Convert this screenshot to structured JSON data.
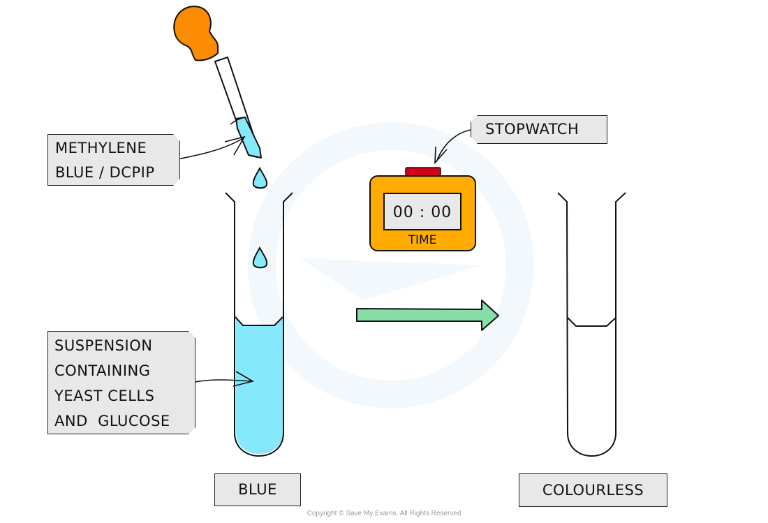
{
  "diagram": {
    "title": "Respiration rate of yeast using methylene blue / DCPIP",
    "labels": {
      "reagent": [
        "METHYLENE",
        "BLUE / DCPIP"
      ],
      "suspension": [
        "SUSPENSION",
        "CONTAINING",
        "YEAST CELLS",
        "AND  GLUCOSE"
      ],
      "stopwatch": "STOPWATCH",
      "start_state": "BLUE",
      "end_state": "COLOURLESS"
    },
    "timer": {
      "display": "00 : 00",
      "caption": "TIME"
    },
    "colors": {
      "blue_liquid": "#86e8fb",
      "dropper_bulb": "#fb8c00",
      "timer_body": "#ffab00",
      "timer_button": "#d0021b",
      "timer_screen": "#e8e8e8",
      "arrow": "#86dfa8",
      "label_fill": "#e8e8e8",
      "outline": "#111111"
    },
    "footer": {
      "copyright": "Copyright © Save My Exams. All Rights Reserved"
    }
  }
}
